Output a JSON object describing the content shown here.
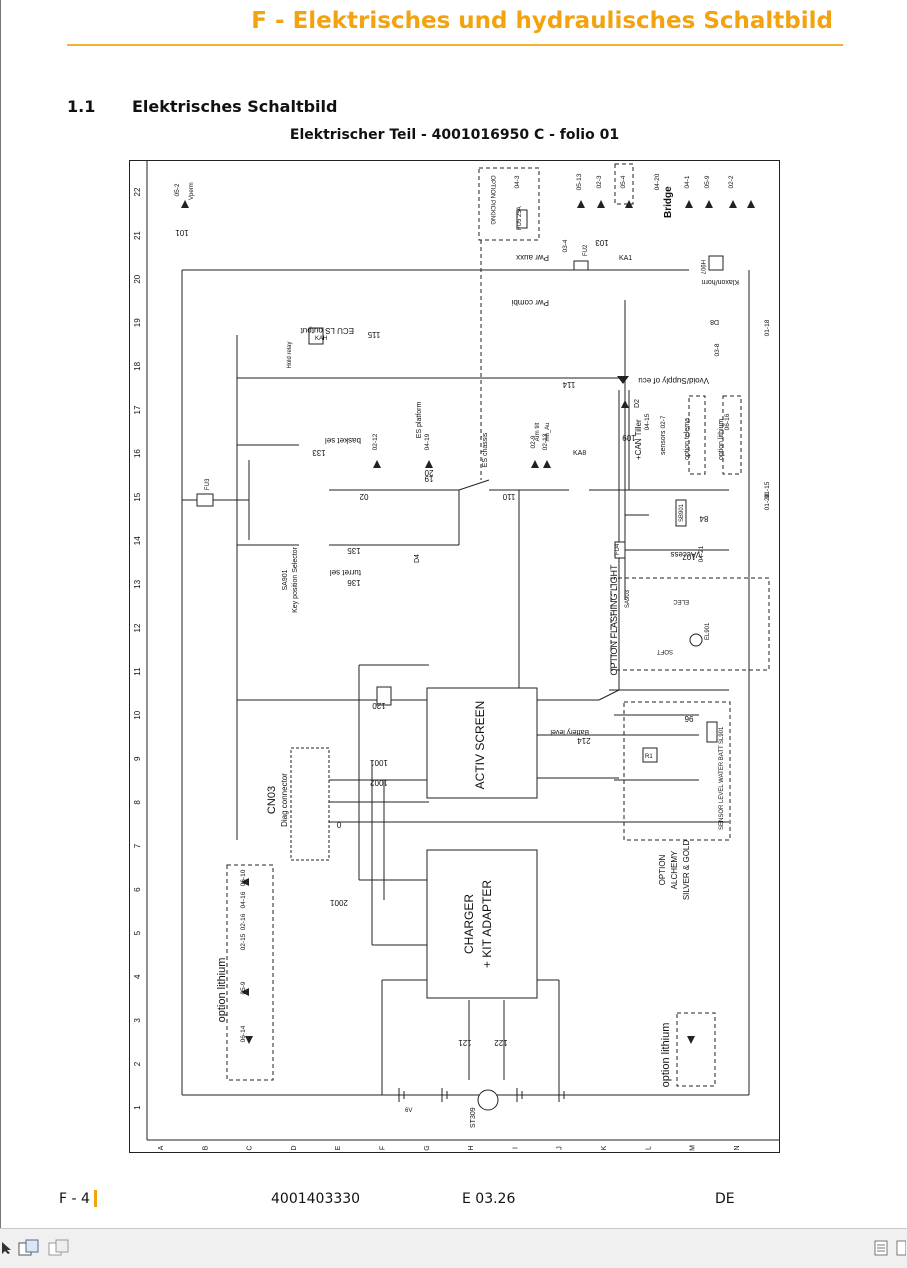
{
  "header": {
    "title": "F - Elektrisches und hydraulisches Schaltbild"
  },
  "section": {
    "number": "1.1",
    "title": "Elektrisches Schaltbild"
  },
  "subtitle": "Elektrischer Teil  -  4001016950 C - folio 01",
  "diagram": {
    "row_numbers": [
      "22",
      "21",
      "20",
      "19",
      "18",
      "17",
      "16",
      "15",
      "14",
      "13",
      "12",
      "11",
      "10",
      "9",
      "8",
      "7",
      "6",
      "5",
      "4",
      "3",
      "2",
      "1"
    ],
    "col_letters": [
      "A",
      "B",
      "C",
      "D",
      "E",
      "F",
      "G",
      "H",
      "I",
      "J",
      "K",
      "L",
      "M",
      "N"
    ],
    "blocks": {
      "activ_screen": "ACTIV SCREEN",
      "charger": "CHARGER",
      "kit_adapter": "+ KIT ADAPTER",
      "cn03": "CN03",
      "diag": "Diag connector"
    },
    "options": {
      "flashing_light": "OPTION FLASHING LIGHT",
      "lithium_left": "option lithium",
      "lithium_right": "option lithium",
      "alchemy_1": "OPTION",
      "alchemy_2": "ALCHEMY",
      "alchemy_3": "SILVER & GOLD",
      "picking": "OPTION PICKING"
    },
    "labels": {
      "key_selector": "Key position Selector",
      "sa901": "SA901",
      "hold_relay": "Hold relay",
      "kah": "KAH",
      "ecu_ls": "ECU LS output",
      "basket_sel": "basket sel",
      "turret_sel": "turret sel",
      "es_platform": "ES platform",
      "es_chassis": "ES chassis",
      "arm_tilt": "Arm tilt",
      "mh_au": "mh_Au",
      "ka8": "KA8",
      "pwr_aux": "Pwr auxx",
      "pwr_combi": "Pwr combi",
      "fu2": "FU2",
      "fu3": "FU3",
      "fu4": "FU4",
      "fu5": "FU5 25A",
      "ka1": "KA1",
      "bridge": "Bridge",
      "klaxon": "Klaxon/horn",
      "h907": "H907",
      "d8": "D8",
      "void_supply": "Vvoid/Supply of ecu",
      "can_tiller": "+CAN Tiller",
      "sensors": "sensors",
      "option_telema": "option telema",
      "option_lithium_small": "option lithium",
      "sb901": "SB901",
      "va_access": "VAccess",
      "soft": "SOFT",
      "elec": "ELEC",
      "sa903": "SA903",
      "el901": "EL901",
      "sensor_water": "SENSOR LEVEL WATER BATT",
      "sl901": "SL901",
      "r1": "R1",
      "battery_level": "Battery level",
      "st309": "ST309",
      "v6": "6V",
      "vbatt": "Vperm",
      "d4": "D4",
      "d2": "D2"
    },
    "wires": [
      "101",
      "115",
      "114",
      "133",
      "136",
      "135",
      "110",
      "109",
      "120",
      "1001",
      "1002",
      "2001",
      "214",
      "96",
      "84",
      "107",
      "103",
      "121",
      "122",
      "02",
      "20",
      "19",
      "0"
    ],
    "refs": [
      "05-2",
      "04-3",
      "03-4",
      "05-13",
      "02-3",
      "05-4",
      "04-20",
      "04-1",
      "05-9",
      "02-2",
      "02-12",
      "04-19",
      "02-9",
      "02-13",
      "03-8",
      "04-15",
      "02-7",
      "06-16",
      "04-21",
      "01-15",
      "01-18",
      "01-28",
      "06-10",
      "04-16",
      "02-16",
      "02-15",
      "05-9",
      "06-14"
    ]
  },
  "footer": {
    "page": "F - 4",
    "doc_number": "4001403330",
    "edition": "E 03.26",
    "language": "DE"
  }
}
